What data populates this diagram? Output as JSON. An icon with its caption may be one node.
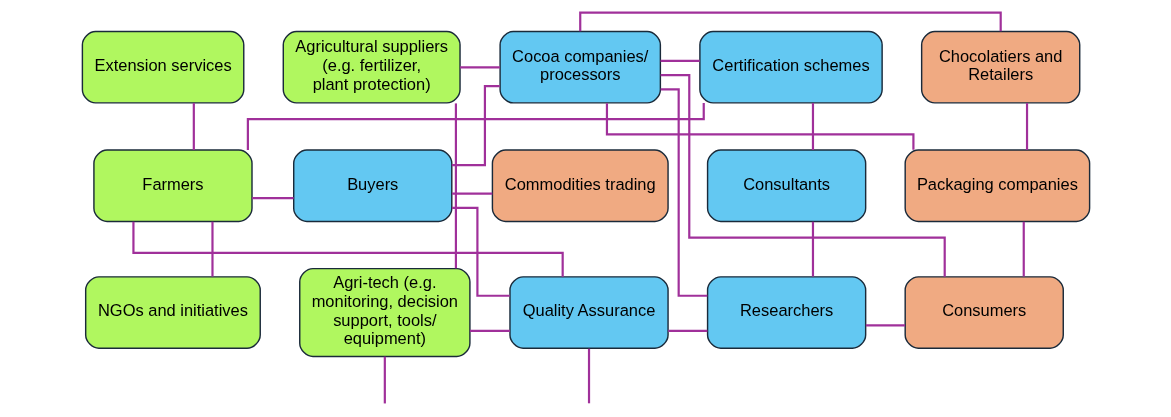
{
  "diagram": {
    "nodes": [
      {
        "text": [
          "Extension services"
        ]
      },
      {
        "text": [
          "Agricultural suppliers (e.g. fertilizer, plant protection)"
        ]
      },
      {
        "text": [
          "Cocoa companies/ processors"
        ]
      },
      {
        "text": [
          "Certification schemes"
        ]
      },
      {
        "text": [
          "Chocolatiers and Retailers"
        ]
      },
      {
        "text": [
          "Farmers"
        ]
      },
      {
        "text": [
          "Buyers"
        ]
      },
      {
        "text": [
          "Commodities trading"
        ]
      },
      {
        "text": [
          "Consultants"
        ]
      },
      {
        "text": [
          "Packaging companies"
        ]
      },
      {
        "text": [
          "NGOs and initiatives"
        ]
      },
      {
        "text": [
          "Agri-tech (e.g. monitoring, decision support, tools/ equipment)"
        ]
      },
      {
        "text": [
          "Quality Assurance"
        ]
      },
      {
        "text": [
          "Researchers"
        ]
      },
      {
        "text": [
          "Consumers"
        ]
      }
    ],
    "edges": [
      {
        "from": 0,
        "to": 5,
        "arrow": "none"
      },
      {
        "from": 5,
        "to": 3,
        "arrow": "none"
      },
      {
        "from": 3,
        "to": 8,
        "arrow": "none"
      },
      {
        "from": 5,
        "to": 6,
        "arrow": "none"
      },
      {
        "from": 5,
        "to": 10,
        "arrow": "none"
      },
      {
        "from": 5,
        "to": 12,
        "arrow": "none"
      },
      {
        "from": 1,
        "to": 11,
        "arrow": "none"
      },
      {
        "from": 1,
        "to": 2,
        "arrow": "none"
      },
      {
        "from": 6,
        "to": 2,
        "arrow": "none"
      },
      {
        "from": 6,
        "to": 7,
        "arrow": "none"
      },
      {
        "from": 6,
        "to": 12,
        "arrow": "none"
      },
      {
        "from": 11,
        "to": 12,
        "arrow": "none"
      },
      {
        "from": 11,
        "to": null,
        "arrow": "none"
      },
      {
        "from": 2,
        "to": 3,
        "arrow": "none"
      },
      {
        "from": 2,
        "to": 13,
        "arrow": "none"
      },
      {
        "from": 8,
        "to": 13,
        "arrow": "none"
      },
      {
        "from": 12,
        "to": 13,
        "arrow": "none"
      },
      {
        "from": 12,
        "to": null,
        "arrow": "none"
      },
      {
        "from": 2,
        "to": 4,
        "arrow": "none"
      },
      {
        "from": 2,
        "to": 9,
        "arrow": "none"
      },
      {
        "from": 2,
        "to": 14,
        "arrow": "none"
      },
      {
        "from": 13,
        "to": 14,
        "arrow": "none"
      },
      {
        "from": 4,
        "to": 9,
        "arrow": "none"
      },
      {
        "from": 9,
        "to": 14,
        "arrow": "none"
      }
    ]
  }
}
